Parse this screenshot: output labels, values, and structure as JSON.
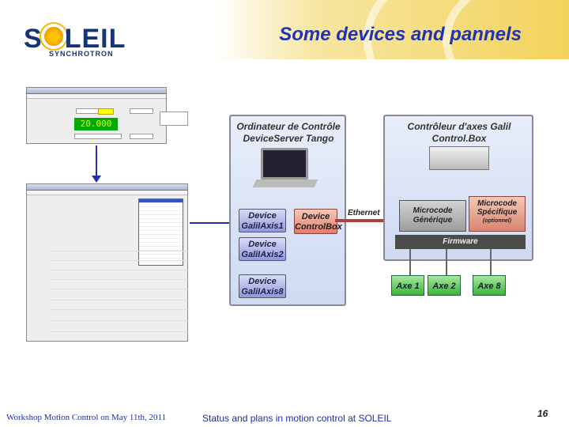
{
  "slide": {
    "title": "Some devices and pannels",
    "logo": {
      "text_pre": "S",
      "text_post": "LEIL",
      "subtitle": "SYNCHROTRON"
    },
    "footer": {
      "left": "Workshop Motion Control on May 11th, 2011",
      "center": "Status and plans in motion control at SOLEIL",
      "page": "16"
    }
  },
  "panel1": {
    "position_display": "20.000 µm"
  },
  "diagram": {
    "left_header": [
      "Ordinateur de Contrôle",
      "DeviceServer Tango"
    ],
    "right_header": [
      "Contrôleur d'axes Galil",
      "Control.Box"
    ],
    "devices": [
      [
        "Device",
        "GaliIAxis1"
      ],
      [
        "Device",
        "GaliIAxis2"
      ],
      [
        "Device",
        "GaliIAxis8"
      ]
    ],
    "device_controlbox": [
      "Device",
      "ControlBox"
    ],
    "ethernet": "Ethernet",
    "microcode_generique": [
      "Microcode",
      "Générique"
    ],
    "microcode_specifique": [
      "Microcode",
      "Spécifique",
      "(optionnel)"
    ],
    "firmware": "Firmware",
    "axes": [
      "Axe 1",
      "Axe 2",
      "Axe 8"
    ]
  },
  "colors": {
    "title": "#1f33b3",
    "brand": "#15347a",
    "accent": "#f3d35c"
  }
}
